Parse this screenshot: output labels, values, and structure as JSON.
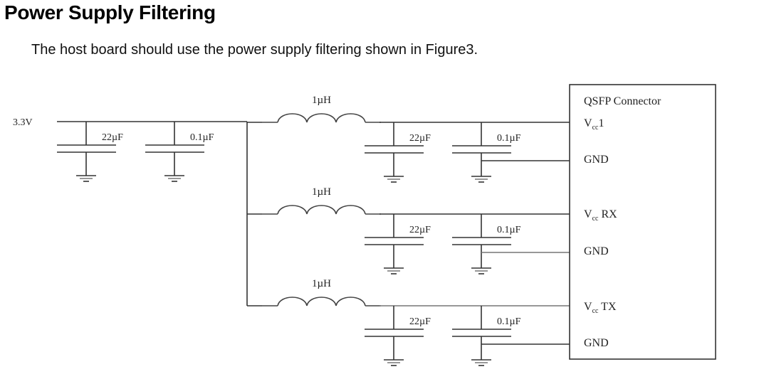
{
  "heading": "Power Supply Filtering",
  "intro": "The host board should use the power supply filtering shown in Figure3.",
  "schematic": {
    "supply_label": "3.3V",
    "input_caps": [
      "22µF",
      "0.1µF"
    ],
    "connector": {
      "title": "QSFP Connector",
      "pins": [
        {
          "name": "V",
          "sub": "cc",
          "suffix": "1"
        },
        {
          "name": "GND"
        },
        {
          "name": "V",
          "sub": "cc",
          "suffix": " RX"
        },
        {
          "name": "GND"
        },
        {
          "name": "V",
          "sub": "cc",
          "suffix": " TX"
        },
        {
          "name": "GND"
        }
      ]
    },
    "branches": [
      {
        "inductor": "1µH",
        "caps": [
          "22µF",
          "0.1µF"
        ],
        "vcc_pin": "Vcc1"
      },
      {
        "inductor": "1µH",
        "caps": [
          "22µF",
          "0.1µF"
        ],
        "vcc_pin": "Vcc RX"
      },
      {
        "inductor": "1µH",
        "caps": [
          "22µF",
          "0.1µF"
        ],
        "vcc_pin": "Vcc TX"
      }
    ]
  }
}
